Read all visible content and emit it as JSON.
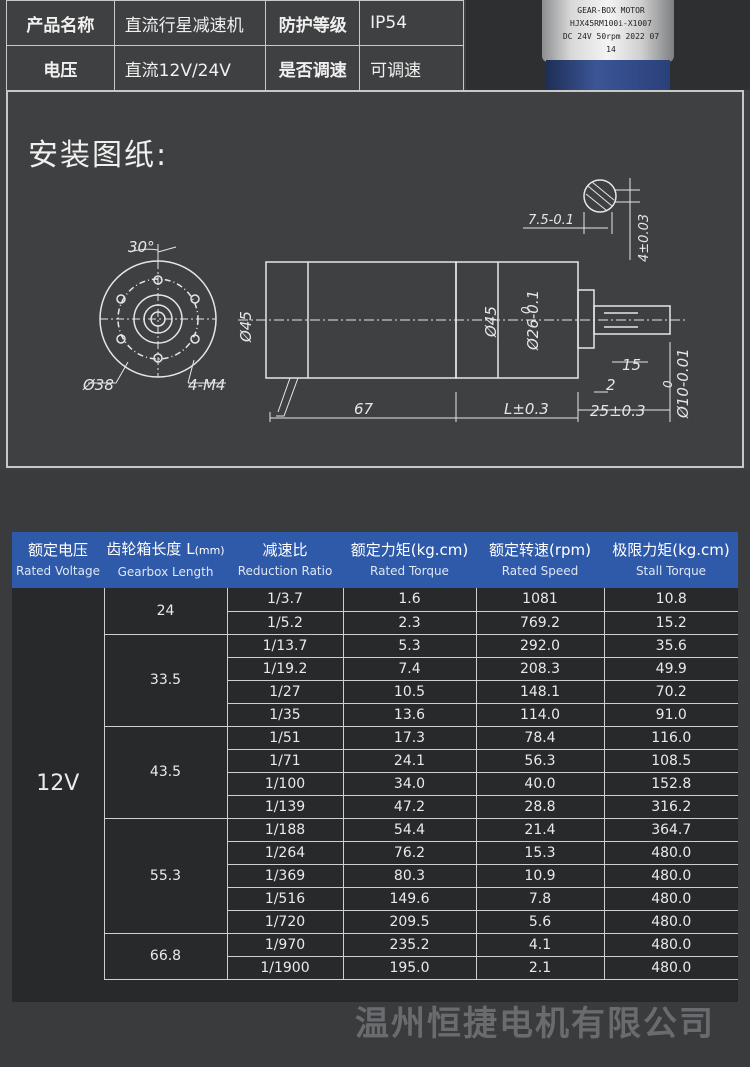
{
  "specs": {
    "product_name_key": "产品名称",
    "product_name_val": "直流行星减速机",
    "protection_key": "防护等级",
    "protection_val": "IP54",
    "voltage_key": "电压",
    "voltage_val": "直流12V/24V",
    "speed_adj_key": "是否调速",
    "speed_adj_val": "可调速"
  },
  "photo": {
    "line1": "GEAR-BOX MOTOR",
    "line2": "HJX45RM100i-X1007",
    "line3": "DC 24V 50rpm 2022 07 14"
  },
  "drawing": {
    "title": "安装图纸:",
    "dims": {
      "angle": "30°",
      "d38": "Ø38",
      "m4": "4-M4",
      "d45_left": "Ø45",
      "d45_body": "Ø45",
      "d26": "Ø26-0.1",
      "d26_zero": "0",
      "len67": "67",
      "lenL": "L±0.3",
      "len25": "25±0.3",
      "len15": "15",
      "len2": "2",
      "d10": "Ø10-0.01",
      "d10_zero": "0",
      "key75": "7.5-0.1",
      "key4": "4±0.03"
    }
  },
  "table": {
    "headers": [
      {
        "cn": "额定电压",
        "en": "Rated Voltage"
      },
      {
        "cn": "齿轮箱长度 L",
        "cn_unit": "(mm)",
        "en": "Gearbox Length"
      },
      {
        "cn": "减速比",
        "en": "Reduction Ratio"
      },
      {
        "cn": "额定力矩(kg.cm)",
        "en": "Rated Torque"
      },
      {
        "cn": "额定转速(rpm)",
        "en": "Rated Speed"
      },
      {
        "cn": "极限力矩(kg.cm)",
        "en": "Stall Torque"
      }
    ],
    "voltage": "12V",
    "groups": [
      {
        "length": "24",
        "rows": [
          [
            "1/3.7",
            "1.6",
            "1081",
            "10.8"
          ],
          [
            "1/5.2",
            "2.3",
            "769.2",
            "15.2"
          ]
        ]
      },
      {
        "length": "33.5",
        "rows": [
          [
            "1/13.7",
            "5.3",
            "292.0",
            "35.6"
          ],
          [
            "1/19.2",
            "7.4",
            "208.3",
            "49.9"
          ],
          [
            "1/27",
            "10.5",
            "148.1",
            "70.2"
          ],
          [
            "1/35",
            "13.6",
            "114.0",
            "91.0"
          ]
        ]
      },
      {
        "length": "43.5",
        "rows": [
          [
            "1/51",
            "17.3",
            "78.4",
            "116.0"
          ],
          [
            "1/71",
            "24.1",
            "56.3",
            "108.5"
          ],
          [
            "1/100",
            "34.0",
            "40.0",
            "152.8"
          ],
          [
            "1/139",
            "47.2",
            "28.8",
            "316.2"
          ]
        ]
      },
      {
        "length": "55.3",
        "rows": [
          [
            "1/188",
            "54.4",
            "21.4",
            "364.7"
          ],
          [
            "1/264",
            "76.2",
            "15.3",
            "480.0"
          ],
          [
            "1/369",
            "80.3",
            "10.9",
            "480.0"
          ],
          [
            "1/516",
            "149.6",
            "7.8",
            "480.0"
          ],
          [
            "1/720",
            "209.5",
            "5.6",
            "480.0"
          ]
        ]
      },
      {
        "length": "66.8",
        "rows": [
          [
            "1/970",
            "235.2",
            "4.1",
            "480.0"
          ],
          [
            "1/1900",
            "195.0",
            "2.1",
            "480.0"
          ]
        ]
      }
    ]
  },
  "company": "温州恒捷电机有限公司"
}
